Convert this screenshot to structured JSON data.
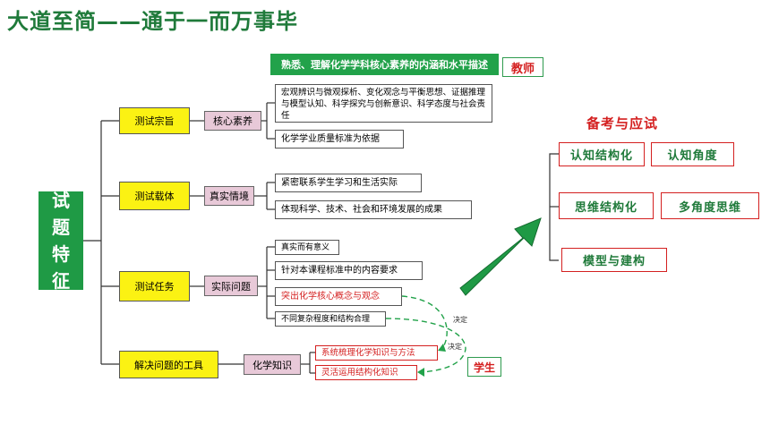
{
  "title": "大道至简——通于一而万事毕",
  "banner": "熟悉、理解化学学科核心素养的内涵和水平描述",
  "teacher_label": "教师",
  "student_label": "学生",
  "root": [
    "试",
    "题",
    "特",
    "征"
  ],
  "branches": [
    {
      "label": "测试宗旨",
      "sub": "核心素养",
      "leaves": [
        "宏观辨识与微观探析、变化观念与平衡思想、证据推理与模型认知、科学探究与创新意识、科学态度与社会责任",
        "化学学业质量标准为依据"
      ]
    },
    {
      "label": "测试载体",
      "sub": "真实情境",
      "leaves": [
        "紧密联系学生学习和生活实际",
        "体现科学、技术、社会和环境发展的成果"
      ]
    },
    {
      "label": "测试任务",
      "sub": "实际问题",
      "leaves": [
        "真实而有意义",
        "针对本课程标准中的内容要求",
        "突出化学核心概念与观念",
        "不同复杂程度和结构合理"
      ]
    },
    {
      "label": "解决问题的工具",
      "sub": "化学知识",
      "leaves": [
        "系统梳理化学知识与方法",
        "灵活运用结构化知识"
      ]
    }
  ],
  "decide_labels": [
    "决定",
    "决定"
  ],
  "exam": {
    "heading": "备考与应试",
    "items": [
      "认知结构化",
      "认知角度",
      "思维结构化",
      "多角度思维",
      "模型与建构"
    ]
  },
  "colors": {
    "green": "#1f9a45",
    "yellow": "#fbf213",
    "pink": "#e8c9d8",
    "red": "#d42020"
  }
}
